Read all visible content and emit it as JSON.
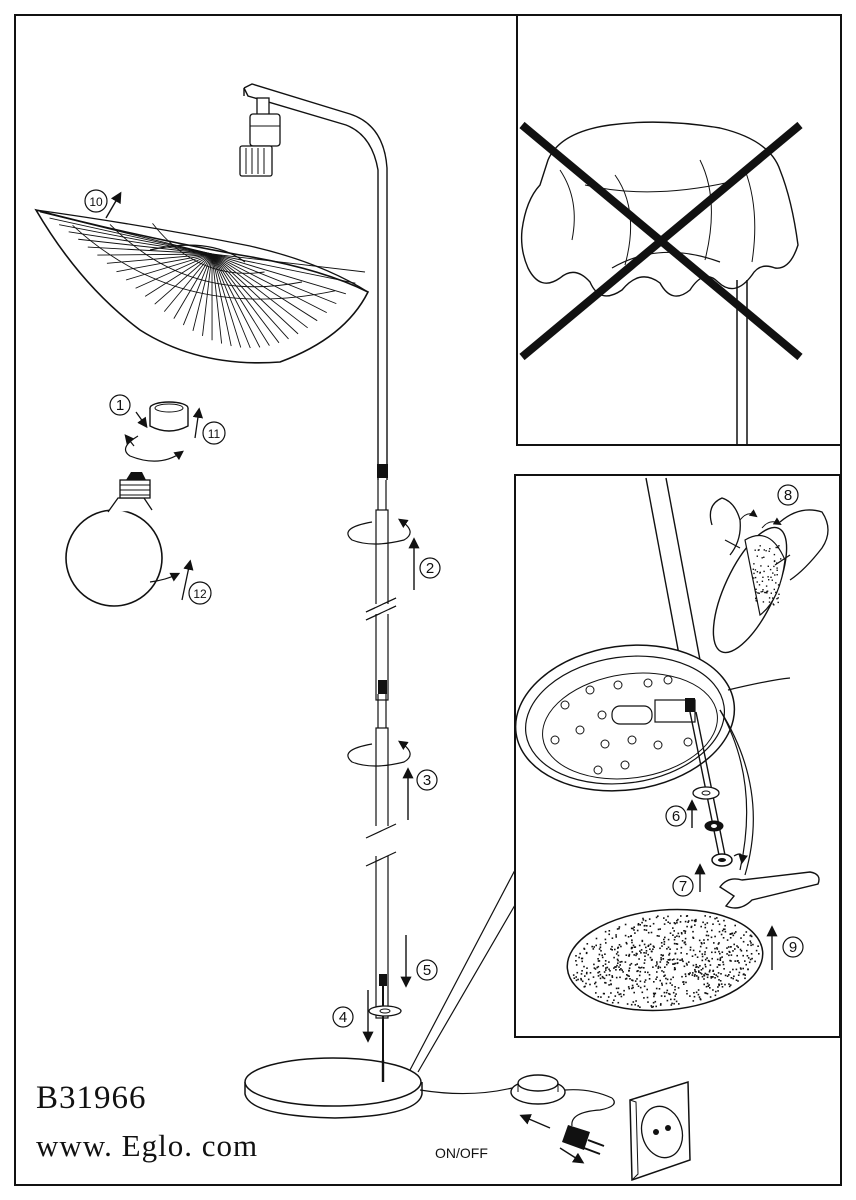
{
  "document": {
    "model_code": "B31966",
    "website": "www. Eglo. com"
  },
  "labels": {
    "switch": "ON/OFF"
  },
  "steps": [
    {
      "num": "1"
    },
    {
      "num": "2"
    },
    {
      "num": "3"
    },
    {
      "num": "4"
    },
    {
      "num": "5"
    },
    {
      "num": "6"
    },
    {
      "num": "7"
    },
    {
      "num": "8"
    },
    {
      "num": "9"
    },
    {
      "num": "10"
    },
    {
      "num": "11"
    },
    {
      "num": "12"
    }
  ],
  "colors": {
    "line": "#111111",
    "background": "#ffffff"
  }
}
